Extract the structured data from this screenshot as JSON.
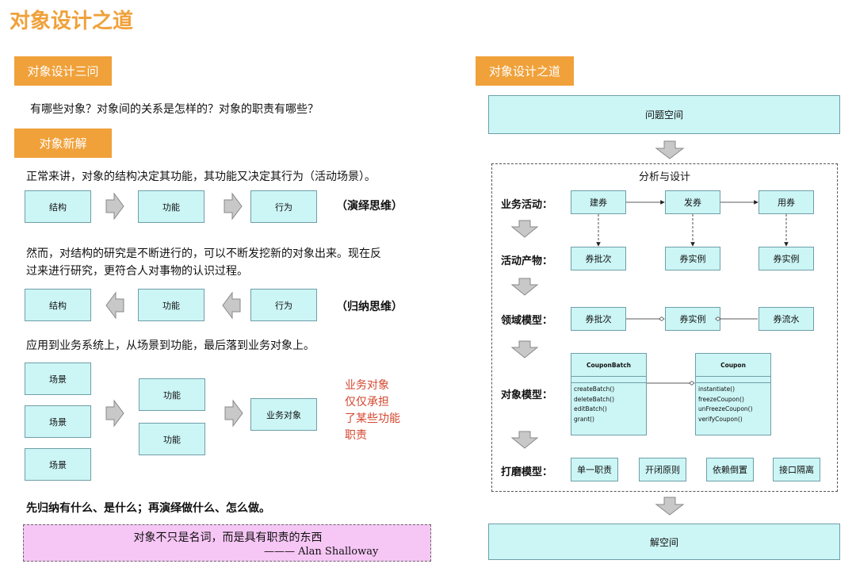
{
  "page_title": "对象设计之道",
  "left": {
    "section1_tag": "对象设计三问",
    "section1_text": "有哪些对象？对象间的关系是怎样的？对象的职责有哪些？",
    "section2_tag": "对象新解",
    "para1": "正常来讲，对象的结构决定其功能，其功能又决定其行为（活动场景）。",
    "row1": {
      "a": "结构",
      "b": "功能",
      "c": "行为",
      "note": "（演绎思维）"
    },
    "para2_line1": "然而，对结构的研究是不断进行的，可以不断发挖新的对象出来。现在反",
    "para2_line2": "过来进行研究，更符合人对事物的认识过程。",
    "row2": {
      "a": "结构",
      "b": "功能",
      "c": "行为",
      "note": "（归纳思维）"
    },
    "para3": "应用到业务系统上，从场景到功能，最后落到业务对象上。",
    "scenes": [
      "场景",
      "场景",
      "场景"
    ],
    "functions": [
      "功能",
      "功能"
    ],
    "business_object": "业务对象",
    "red_note": [
      "业务对象",
      "仅仅承担",
      "了某些功能",
      "职责"
    ],
    "summary": "先归纳有什么、是什么；再演绎做什么、怎么做。",
    "quote_text": "对象不只是名词，而是具有职责的东西",
    "quote_author": "——— Alan Shalloway"
  },
  "right": {
    "tag": "对象设计之道",
    "problem_space": "问题空间",
    "analysis_title": "分析与设计",
    "labels": [
      "业务活动：",
      "活动产物：",
      "领域模型：",
      "对象模型：",
      "打磨模型："
    ],
    "activities": [
      "建券",
      "发券",
      "用券"
    ],
    "products": [
      "券批次",
      "券实例",
      "券实例"
    ],
    "domain": [
      "券批次",
      "券实例",
      "券流水"
    ],
    "uml": [
      {
        "name": "CouponBatch",
        "methods": [
          "createBatch()",
          "deleteBatch()",
          "editBatch()",
          "grant()"
        ]
      },
      {
        "name": "Coupon",
        "methods": [
          "instantiate()",
          "freezeCoupon()",
          "unFreezeCoupon()",
          "verifyCoupon()"
        ]
      }
    ],
    "principles": [
      "单一职责",
      "开闭原则",
      "依赖倒置",
      "接口隔离"
    ],
    "solution_space": "解空间"
  }
}
